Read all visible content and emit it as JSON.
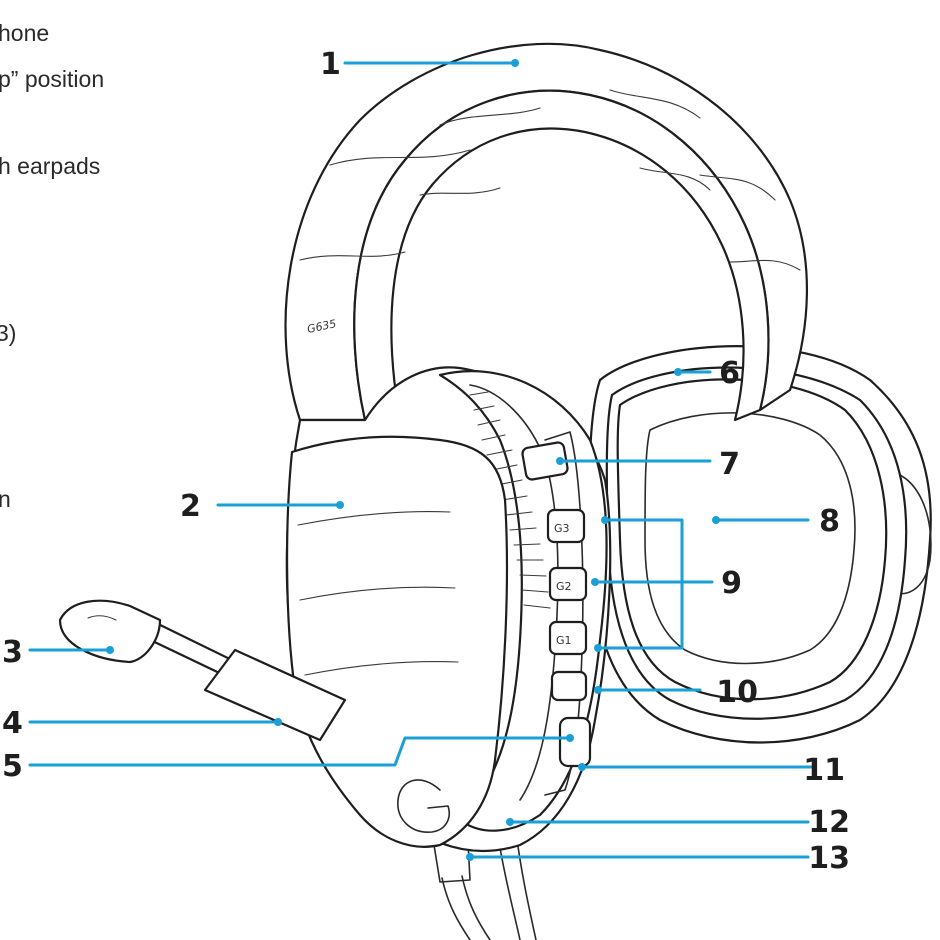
{
  "accent_color": "#1a9fd6",
  "line_color": "#1e1e1e",
  "model_label": "G635",
  "edge_text": [
    {
      "id": "line-1",
      "text": "hone"
    },
    {
      "id": "line-2",
      "text": "p” position"
    },
    {
      "id": "line-3",
      "text": "h earpads"
    },
    {
      "id": "line-4",
      "text": "3)"
    },
    {
      "id": "line-5",
      "text": "n"
    }
  ],
  "callouts": [
    {
      "id": "1",
      "label": "1"
    },
    {
      "id": "2",
      "label": "2"
    },
    {
      "id": "3",
      "label": "3"
    },
    {
      "id": "4",
      "label": "4"
    },
    {
      "id": "5",
      "label": "5"
    },
    {
      "id": "6",
      "label": "6"
    },
    {
      "id": "7",
      "label": "7"
    },
    {
      "id": "8",
      "label": "8"
    },
    {
      "id": "9",
      "label": "9"
    },
    {
      "id": "10",
      "label": "10"
    },
    {
      "id": "11",
      "label": "11"
    },
    {
      "id": "12",
      "label": "12"
    },
    {
      "id": "13",
      "label": "13"
    }
  ],
  "button_labels": {
    "g3": "G3",
    "g2": "G2",
    "g1": "G1"
  }
}
